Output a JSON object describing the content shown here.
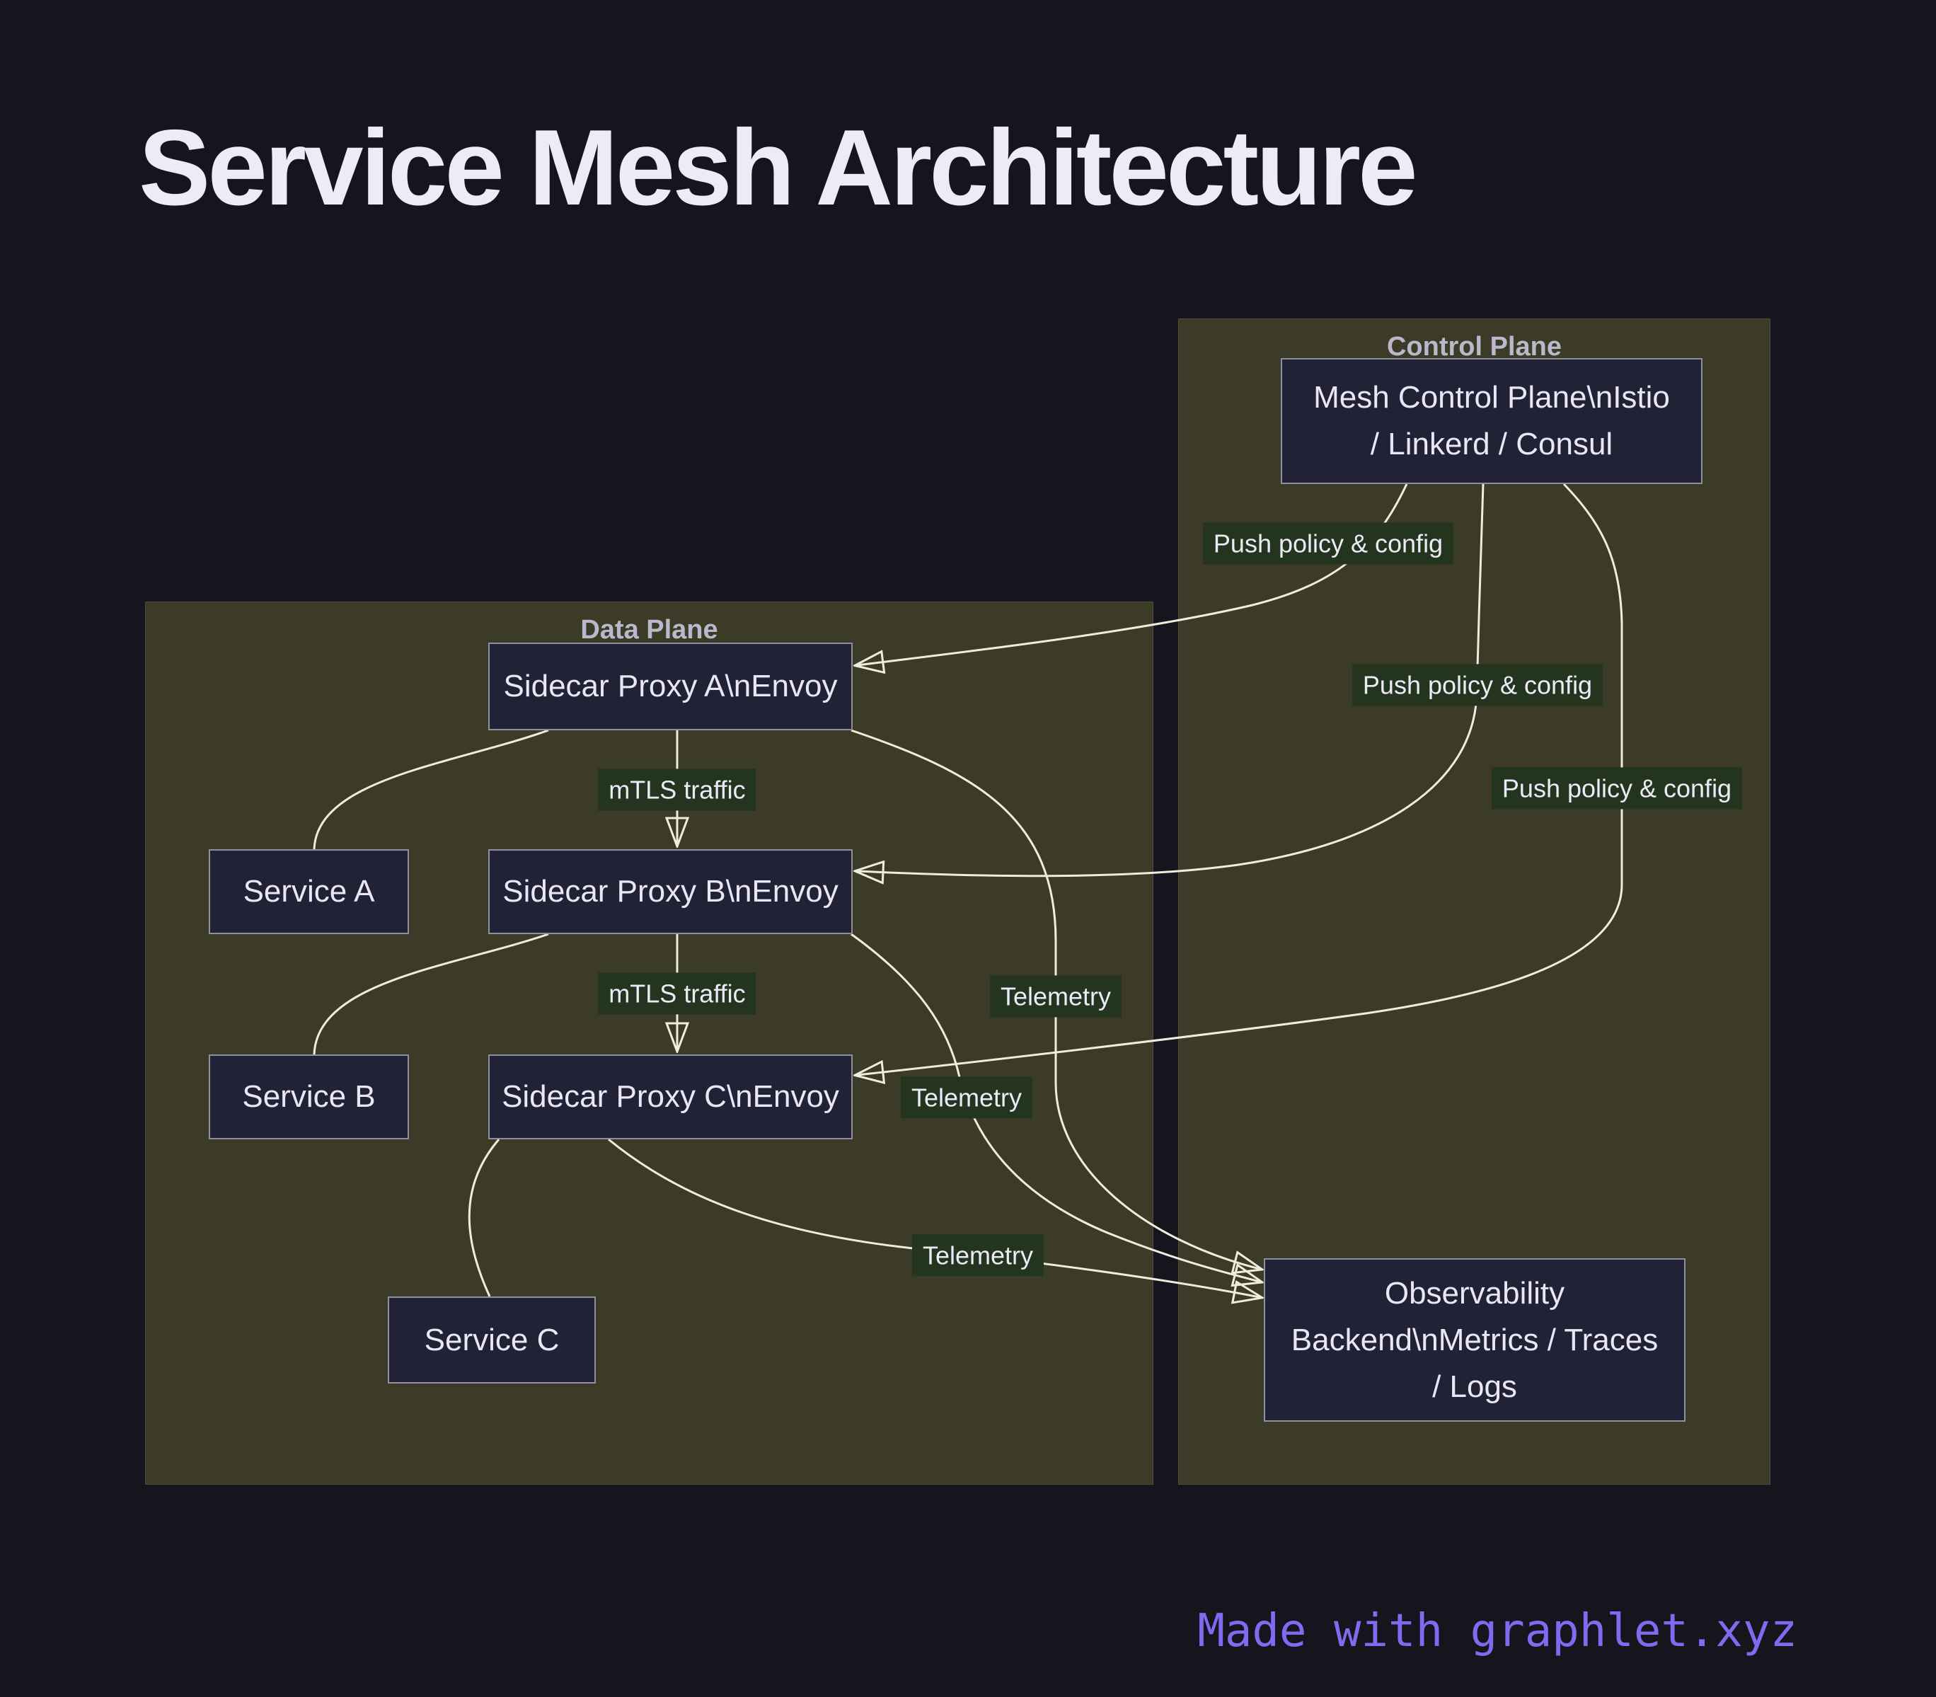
{
  "title": "Service Mesh Architecture",
  "footer": "Made with graphlet.xyz",
  "containers": {
    "data_plane": {
      "label": "Data Plane"
    },
    "control_plane": {
      "label": "Control Plane"
    }
  },
  "nodes": {
    "mesh_control": {
      "lines": [
        "Mesh Control Plane\\nIstio",
        "/ Linkerd / Consul"
      ]
    },
    "sidecar_a": {
      "lines": [
        "Sidecar Proxy A\\nEnvoy"
      ]
    },
    "service_a": {
      "lines": [
        "Service A"
      ]
    },
    "sidecar_b": {
      "lines": [
        "Sidecar Proxy B\\nEnvoy"
      ]
    },
    "service_b": {
      "lines": [
        "Service B"
      ]
    },
    "sidecar_c": {
      "lines": [
        "Sidecar Proxy C\\nEnvoy"
      ]
    },
    "service_c": {
      "lines": [
        "Service C"
      ]
    },
    "observability": {
      "lines": [
        "Observability",
        "Backend\\nMetrics / Traces",
        "/ Logs"
      ]
    }
  },
  "edge_labels": {
    "push1": "Push policy & config",
    "push2": "Push policy & config",
    "push3": "Push policy & config",
    "mtls1": "mTLS traffic",
    "mtls2": "mTLS traffic",
    "tel1": "Telemetry",
    "tel2": "Telemetry",
    "tel3": "Telemetry"
  },
  "colors": {
    "page_background": "#15151e",
    "container_fill": "#3b3b27",
    "node_fill": "#222237",
    "node_border": "#8f8f9f",
    "node_text": "#eae7f5",
    "edge_stroke": "#efeedd",
    "edge_label_fill": "#23351f",
    "container_label_text": "#bcb8cb",
    "title_text": "#edebf7",
    "footer_text": "#7f6bf0"
  }
}
